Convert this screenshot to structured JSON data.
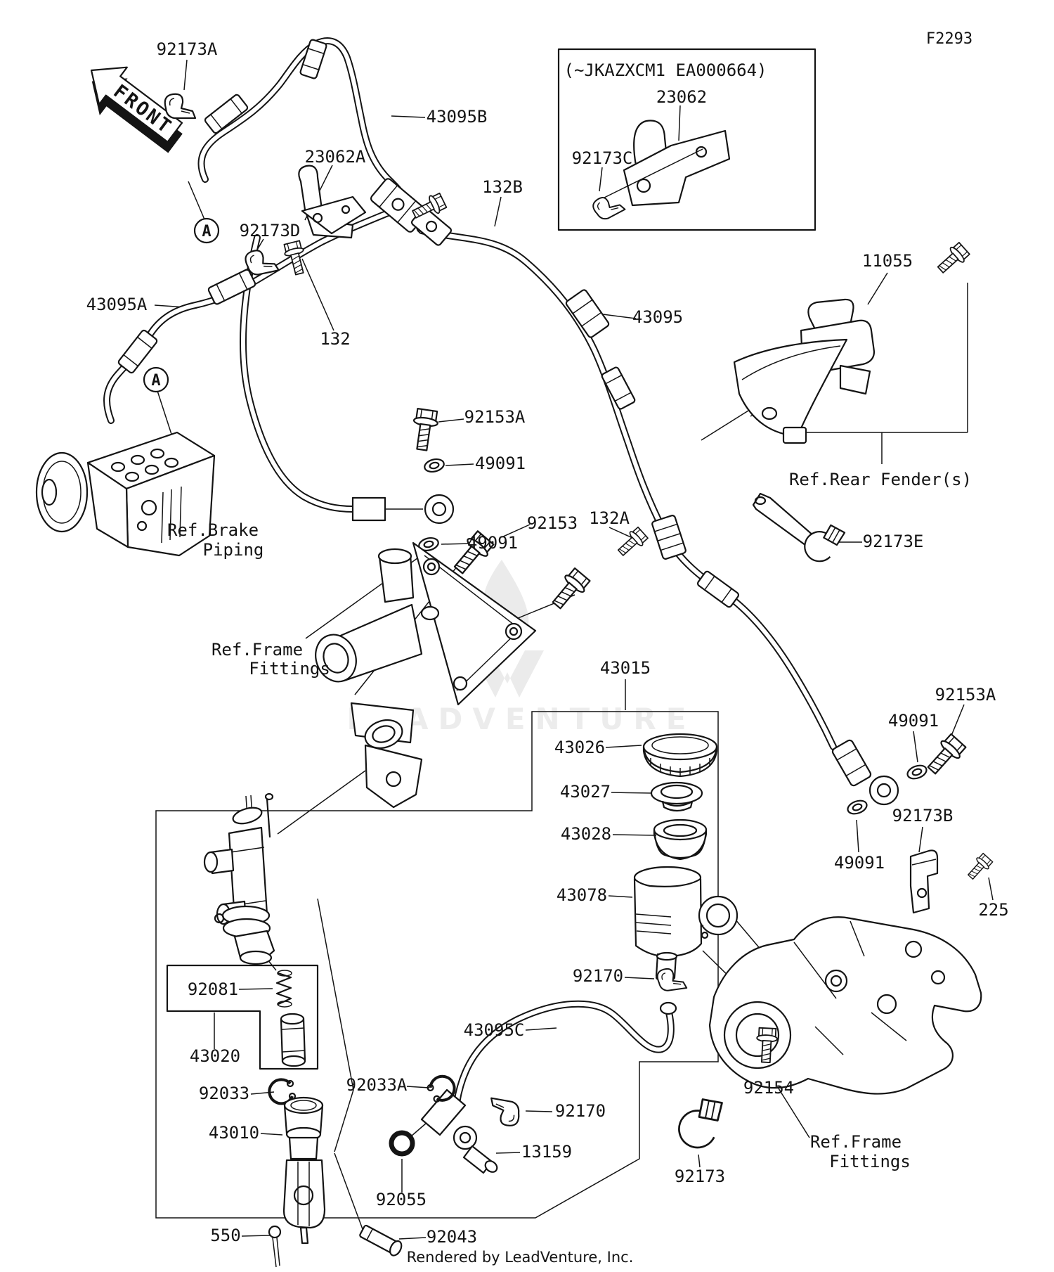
{
  "figure": {
    "code": "F2293"
  },
  "variant_box": {
    "vin_note": "(~JKAZXCM1 EA000664)"
  },
  "markers": {
    "front": "FRONT",
    "detail_view": "A"
  },
  "parts": {
    "92173A": "92173A",
    "43095B": "43095B",
    "23062A": "23062A",
    "132B": "132B",
    "92173D": "92173D",
    "43095A": "43095A",
    "132": "132",
    "23062": "23062",
    "92173C": "92173C",
    "11055": "11055",
    "43095": "43095",
    "92153A": "92153A",
    "49091": "49091",
    "92153": "92153",
    "132A": "132A",
    "92173E": "92173E",
    "43015": "43015",
    "43026": "43026",
    "43027": "43027",
    "43028": "43028",
    "43078": "43078",
    "92170": "92170",
    "43095C": "43095C",
    "92081": "92081",
    "43020": "43020",
    "92033": "92033",
    "92033A": "92033A",
    "43010": "43010",
    "92055": "92055",
    "13159": "13159",
    "550": "550",
    "92043": "92043",
    "92154": "92154",
    "92173": "92173",
    "92173B": "92173B",
    "225": "225"
  },
  "references": {
    "rear_fender": "Ref.Rear Fender(s)",
    "brake_piping_line1": "Ref.Brake",
    "brake_piping_line2": "Piping",
    "frame_fittings_line1": "Ref.Frame",
    "frame_fittings_line2": "Fittings"
  },
  "watermark": {
    "brand": "LEADVENTURE"
  },
  "footer": {
    "credit": "Rendered by LeadVenture, Inc."
  },
  "colors": {
    "line": "#141414",
    "watermark": "#ebebeb",
    "background": "#ffffff"
  }
}
